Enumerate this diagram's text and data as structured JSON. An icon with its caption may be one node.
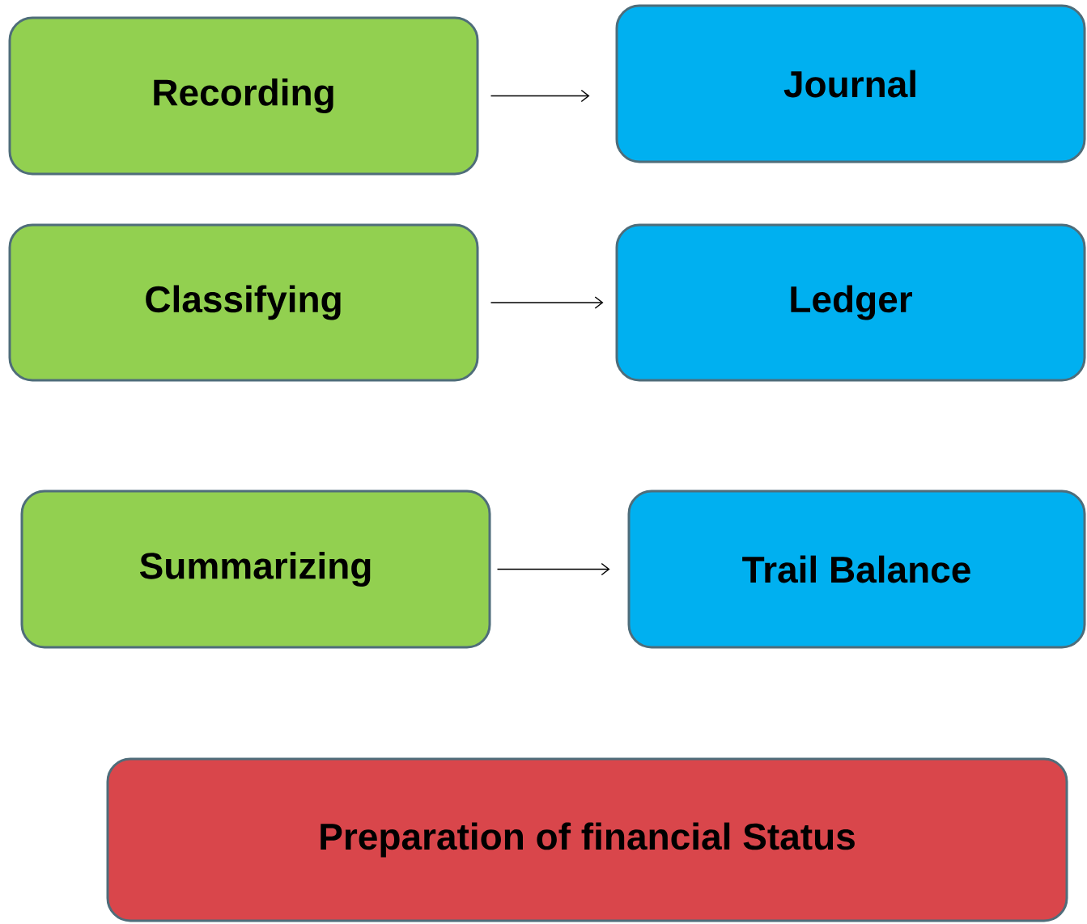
{
  "diagram": {
    "nodes": [
      {
        "text": [
          "Recording"
        ]
      },
      {
        "text": [
          "Journal"
        ]
      },
      {
        "text": [
          "Classifying"
        ]
      },
      {
        "text": [
          "Ledger"
        ]
      },
      {
        "text": [
          "Summarizing"
        ]
      },
      {
        "text": [
          "Trail Balance"
        ]
      },
      {
        "text": [
          "Preparation of financial Status"
        ]
      }
    ],
    "edges": [
      {
        "from": 0,
        "to": 1,
        "arrow": "to"
      },
      {
        "from": 2,
        "to": 3,
        "arrow": "to"
      },
      {
        "from": 4,
        "to": 5,
        "arrow": "to"
      }
    ]
  }
}
